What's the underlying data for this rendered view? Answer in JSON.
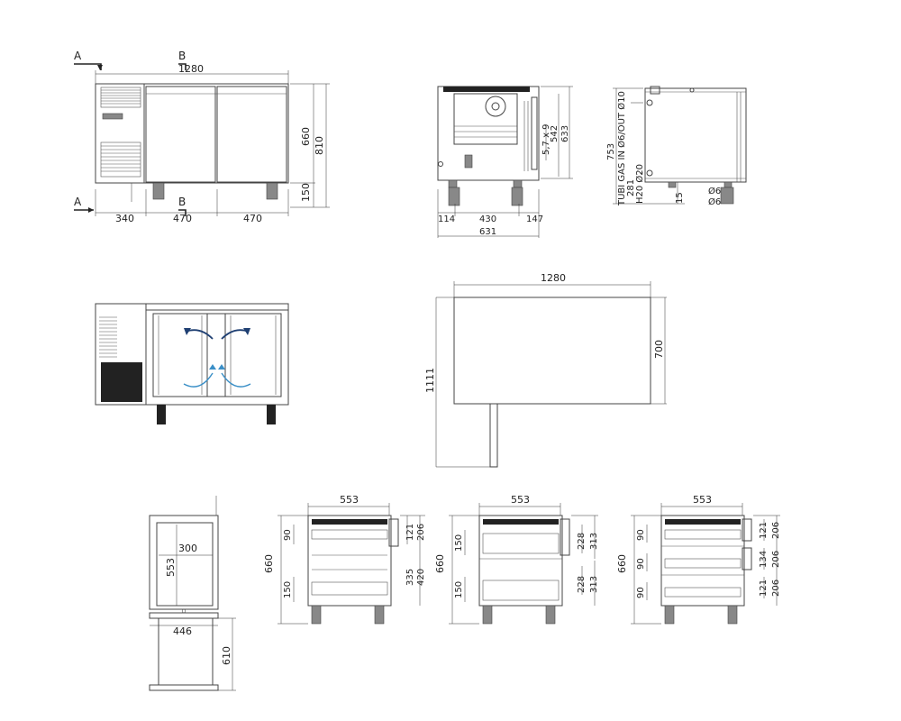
{
  "section_markers": {
    "a": "A",
    "b": "B"
  },
  "front_view": {
    "width_total": "1280",
    "widths": [
      "340",
      "470",
      "470"
    ],
    "height_body": "660",
    "height_total": "810",
    "height_legs": "150"
  },
  "side_view_a": {
    "heights": [
      "5,7 x 9",
      "542",
      "633"
    ],
    "depth_parts": [
      "114",
      "430",
      "147"
    ],
    "depth_total": "631"
  },
  "side_view_b": {
    "height_total": "753",
    "gas_label": "TUBI GAS IN Ø6/OUT Ø10",
    "gas_height": "281",
    "water_label": "H20 Ø20",
    "base_offset": "15",
    "pipe_diameters": [
      "Ø6",
      "Ø6"
    ]
  },
  "plan_view": {
    "width": "1280",
    "depth": "700",
    "depth_total": "1111"
  },
  "section_detail": {
    "inner_width": "300",
    "inner_height": "553",
    "outer_width": "446",
    "height": "610"
  },
  "drawer_sections": [
    {
      "width": "553",
      "height": "660",
      "left_dims": [
        "90",
        "150"
      ],
      "right_dims": [
        "121",
        "206",
        "335",
        "420"
      ]
    },
    {
      "width": "553",
      "height": "660",
      "left_dims": [
        "150",
        "150"
      ],
      "right_dims": [
        "228",
        "313",
        "228",
        "313"
      ]
    },
    {
      "width": "553",
      "height": "660",
      "left_dims": [
        "90",
        "90",
        "90"
      ],
      "right_dims": [
        "121",
        "206",
        "134",
        "206",
        "121",
        "206"
      ]
    }
  ]
}
